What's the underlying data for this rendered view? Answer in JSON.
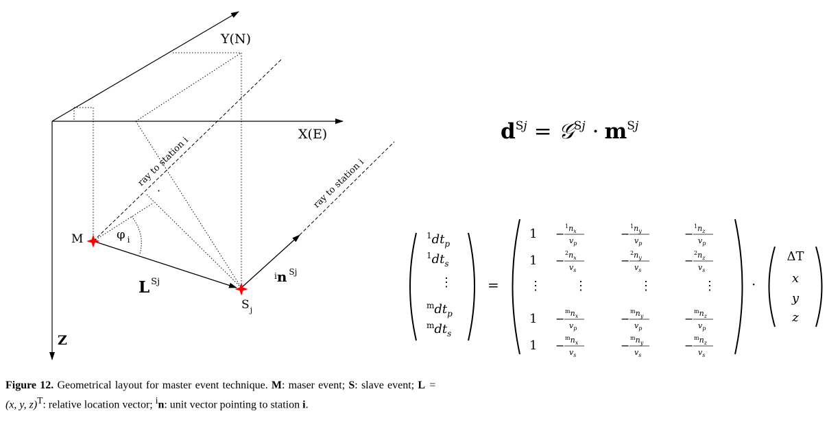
{
  "diagram": {
    "axis_y_label": "Y(N)",
    "axis_x_label": "X(E)",
    "axis_z_label": "Z",
    "master_label": "M",
    "angle_label": "φ",
    "angle_sub": "i",
    "slave_label": "S",
    "slave_sub": "j",
    "vector_L": "L",
    "vector_L_sup": "Sj",
    "vector_n_pre": "i",
    "vector_n": "n",
    "vector_n_sup": "Sj",
    "ray_label_1": "ray to station i",
    "ray_label_2": "ray to station i",
    "right_angle_dot": "·",
    "marker_color": "#ff0000"
  },
  "equation_1": {
    "d": "d",
    "d_sup": "S",
    "d_sup_j": "j",
    "eq": "=",
    "G": "𝒢",
    "G_sup": "S",
    "G_sup_j": "j",
    "dot": "·",
    "m": "m",
    "m_sup": "S",
    "m_sup_j": "j"
  },
  "equation_2": {
    "lhs": [
      {
        "pre": "1",
        "base": "dt",
        "sub": "p"
      },
      {
        "pre": "1",
        "base": "dt",
        "sub": "s"
      },
      {
        "pre": "",
        "base": "⋮",
        "sub": ""
      },
      {
        "pre": "m",
        "base": "dt",
        "sub": "p"
      },
      {
        "pre": "m",
        "base": "dt",
        "sub": "s"
      }
    ],
    "equals": "=",
    "matrix": [
      {
        "c1": "1",
        "r": [
          {
            "sign": "−",
            "pre": "1",
            "n": "n",
            "comp": "x",
            "v": "v",
            "vsub": "p"
          },
          {
            "sign": "−",
            "pre": "1",
            "n": "n",
            "comp": "y",
            "v": "v",
            "vsub": "p"
          },
          {
            "sign": "−",
            "pre": "1",
            "n": "n",
            "comp": "z",
            "v": "v",
            "vsub": "p"
          }
        ]
      },
      {
        "c1": "1",
        "r": [
          {
            "sign": "−",
            "pre": "2",
            "n": "n",
            "comp": "x",
            "v": "v",
            "vsub": "s"
          },
          {
            "sign": "−",
            "pre": "2",
            "n": "n",
            "comp": "y",
            "v": "v",
            "vsub": "s"
          },
          {
            "sign": "−",
            "pre": "2",
            "n": "n",
            "comp": "z",
            "v": "v",
            "vsub": "s"
          }
        ]
      },
      {
        "c1": "⋮",
        "dots": [
          "⋮",
          "⋮",
          "⋮"
        ]
      },
      {
        "c1": "1",
        "r": [
          {
            "sign": "−",
            "pre": "m",
            "n": "n",
            "comp": "x",
            "v": "v",
            "vsub": "p"
          },
          {
            "sign": "−",
            "pre": "m",
            "n": "n",
            "comp": "y",
            "v": "v",
            "vsub": "p"
          },
          {
            "sign": "−",
            "pre": "m",
            "n": "n",
            "comp": "z",
            "v": "v",
            "vsub": "p"
          }
        ]
      },
      {
        "c1": "1",
        "r": [
          {
            "sign": "−",
            "pre": "m",
            "n": "n",
            "comp": "x",
            "v": "v",
            "vsub": "s"
          },
          {
            "sign": "−",
            "pre": "m",
            "n": "n",
            "comp": "y",
            "v": "v",
            "vsub": "s"
          },
          {
            "sign": "−",
            "pre": "m",
            "n": "n",
            "comp": "z",
            "v": "v",
            "vsub": "s"
          }
        ]
      }
    ],
    "mult": "·",
    "rhs": [
      "ΔT",
      "x",
      "y",
      "z"
    ]
  },
  "caption": {
    "label": "Figure 12.",
    "t1": " Geometrical layout for master event technique. ",
    "M": "M",
    "t2": ": maser event; ",
    "S": "S",
    "t3": ": slave event; ",
    "L": "L",
    "t4": " = (x, y, z)",
    "T": "T",
    "t5": ": relative location vector; ",
    "i_sup": "i",
    "n": "n",
    "t6": ": unit vector pointing to station ",
    "i": "i",
    "t7": "."
  }
}
